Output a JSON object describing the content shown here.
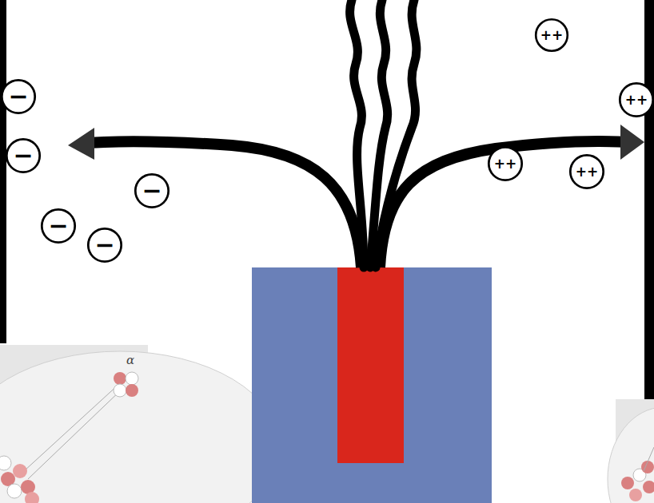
{
  "diagram": {
    "nodes": [
      {
        "text": [
          "−"
        ]
      },
      {
        "text": [
          "−"
        ]
      },
      {
        "text": [
          "−"
        ]
      },
      {
        "text": [
          "−"
        ]
      },
      {
        "text": [
          "−"
        ]
      },
      {
        "text": [
          "++"
        ]
      },
      {
        "text": [
          "++"
        ]
      },
      {
        "text": [
          "++"
        ]
      },
      {
        "text": [
          "++"
        ]
      }
    ],
    "labels": [
      "α"
    ]
  }
}
